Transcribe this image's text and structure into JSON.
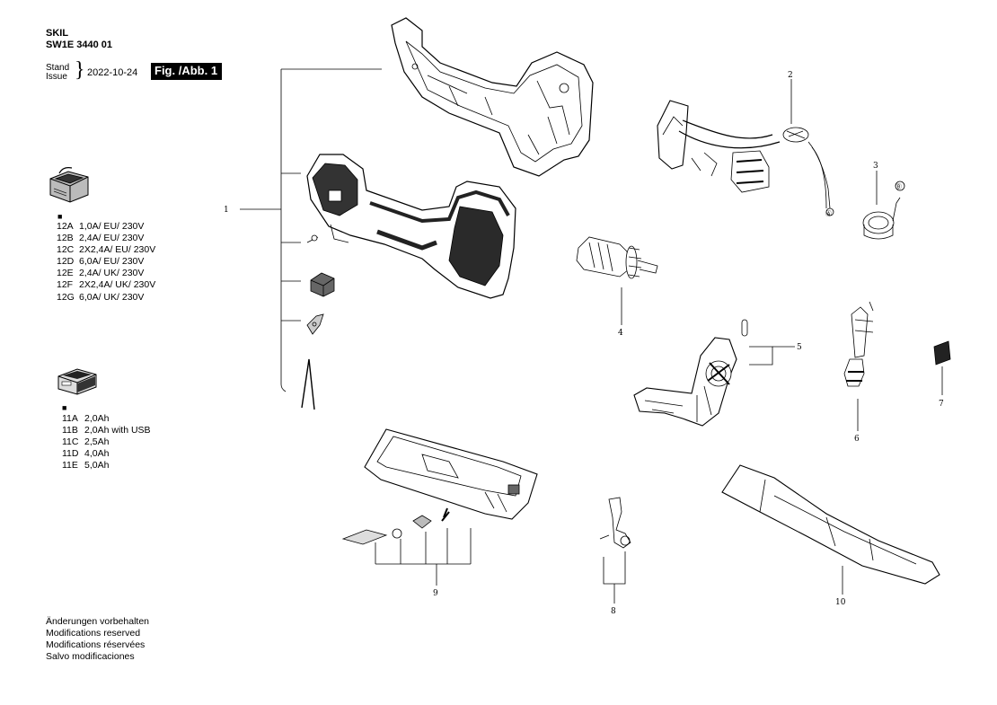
{
  "header": {
    "brand": "SKIL",
    "model": "SW1E 3440 01",
    "stand_label": "Stand",
    "issue_label": "Issue",
    "date": "2022-10-24",
    "fig_label": "Fig. /Abb. 1"
  },
  "chargers": {
    "bullet": "■",
    "items": [
      {
        "code": "12A",
        "desc": "1,0A/ EU/ 230V"
      },
      {
        "code": "12B",
        "desc": "2,4A/ EU/ 230V"
      },
      {
        "code": "12C",
        "desc": "2X2,4A/ EU/ 230V"
      },
      {
        "code": "12D",
        "desc": "6,0A/ EU/ 230V"
      },
      {
        "code": "12E",
        "desc": "2,4A/ UK/ 230V"
      },
      {
        "code": "12F",
        "desc": "2X2,4A/ UK/ 230V"
      },
      {
        "code": "12G",
        "desc": "6,0A/ UK/ 230V"
      }
    ]
  },
  "batteries": {
    "bullet": "■",
    "items": [
      {
        "code": "11A",
        "desc": "2,0Ah"
      },
      {
        "code": "11B",
        "desc": "2,0Ah with USB"
      },
      {
        "code": "11C",
        "desc": "2,5Ah"
      },
      {
        "code": "11D",
        "desc": "4,0Ah"
      },
      {
        "code": "11E",
        "desc": "5,0Ah"
      }
    ]
  },
  "footer": {
    "lines": [
      "Änderungen vorbehalten",
      "Modifications reserved",
      "Modifications réservées",
      "Salvo modificaciones"
    ]
  },
  "callouts": [
    "1",
    "2",
    "3",
    "4",
    "5",
    "6",
    "7",
    "8",
    "9",
    "10"
  ],
  "wire_markers": [
    "Ⓐ",
    "Ⓑ"
  ]
}
